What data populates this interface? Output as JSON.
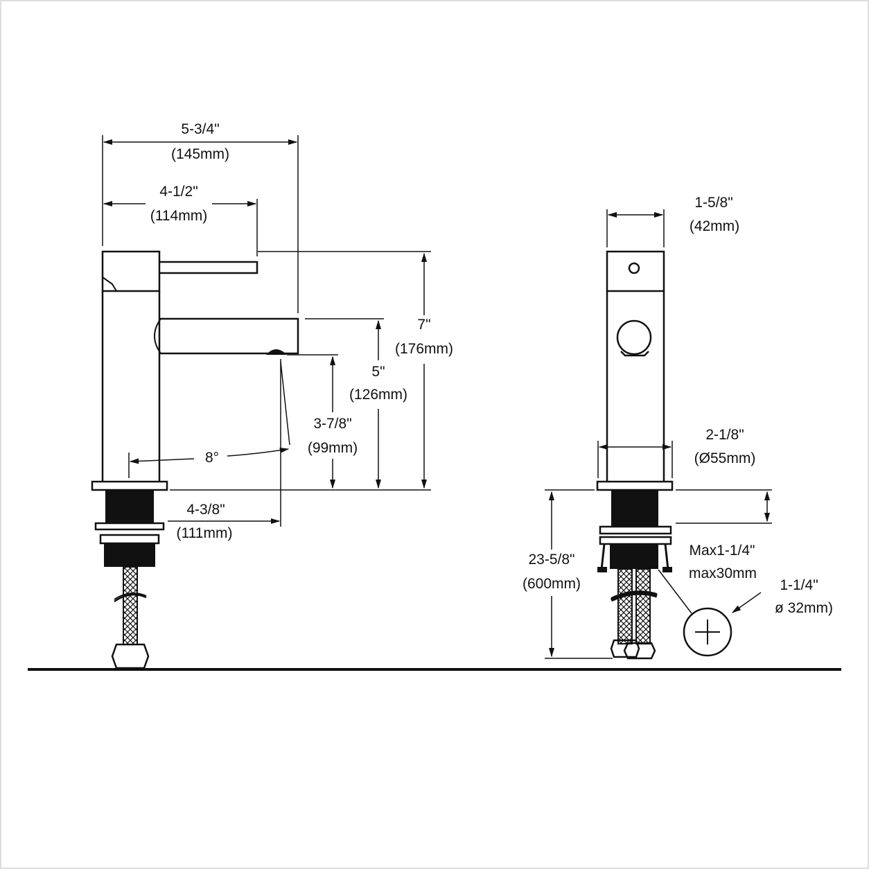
{
  "side_view": {
    "overall_width": {
      "in": "5-3/4\"",
      "mm": "(145mm)"
    },
    "handle_reach": {
      "in": "4-1/2\"",
      "mm": "(114mm)"
    },
    "total_height": {
      "in": "7\"",
      "mm": "(176mm)"
    },
    "spout_height": {
      "in": "5\"",
      "mm": "(126mm)"
    },
    "outlet_height": {
      "in": "3-7/8\"",
      "mm": "(99mm)"
    },
    "angle": "8°",
    "spout_reach": {
      "in": "4-3/8\"",
      "mm": "(111mm)"
    }
  },
  "front_view": {
    "top_width": {
      "in": "1-5/8\"",
      "mm": "(42mm)"
    },
    "base_diameter": {
      "in": "2-1/8\"",
      "mm": "(Ø55mm)"
    },
    "hose_length": {
      "in": "23-5/8\"",
      "mm": "(600mm)"
    },
    "deck_thickness": {
      "line1": "Max1-1/4\"",
      "line2": "max30mm"
    },
    "hole_diameter": {
      "in": "1-1/4\"",
      "mm": "ø 32mm)"
    }
  }
}
